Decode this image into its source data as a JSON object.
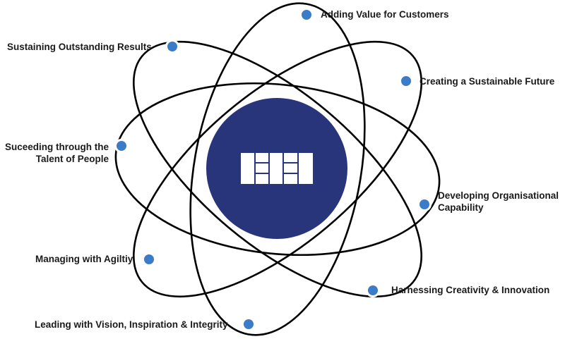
{
  "diagram": {
    "type": "atom-orbit",
    "center": {
      "logo_name": "EEI logo",
      "fill_color": "#29357a",
      "logo_color": "#ffffff"
    },
    "dot_color": "#3b7bc8",
    "orbit_color": "#000000",
    "nodes": [
      {
        "id": "adding-value",
        "label_lines": [
          "Adding Value for Customers"
        ]
      },
      {
        "id": "sustaining-results",
        "label_lines": [
          "Sustaining Outstanding Results"
        ]
      },
      {
        "id": "creating-future",
        "label_lines": [
          "Creating a Sustainable Future"
        ]
      },
      {
        "id": "suceeding-talent",
        "label_lines": [
          "Suceeding through the",
          "Talent of People"
        ]
      },
      {
        "id": "developing-capability",
        "label_lines": [
          "Developing Organisational",
          "Capability"
        ]
      },
      {
        "id": "managing-agility",
        "label_lines": [
          "Managing with Agiltiy"
        ]
      },
      {
        "id": "harnessing-creativity",
        "label_lines": [
          "Harnessing Creativity & Innovation"
        ]
      },
      {
        "id": "leading-vision",
        "label_lines": [
          "Leading with Vision, Inspiration & Integrity"
        ]
      }
    ]
  }
}
